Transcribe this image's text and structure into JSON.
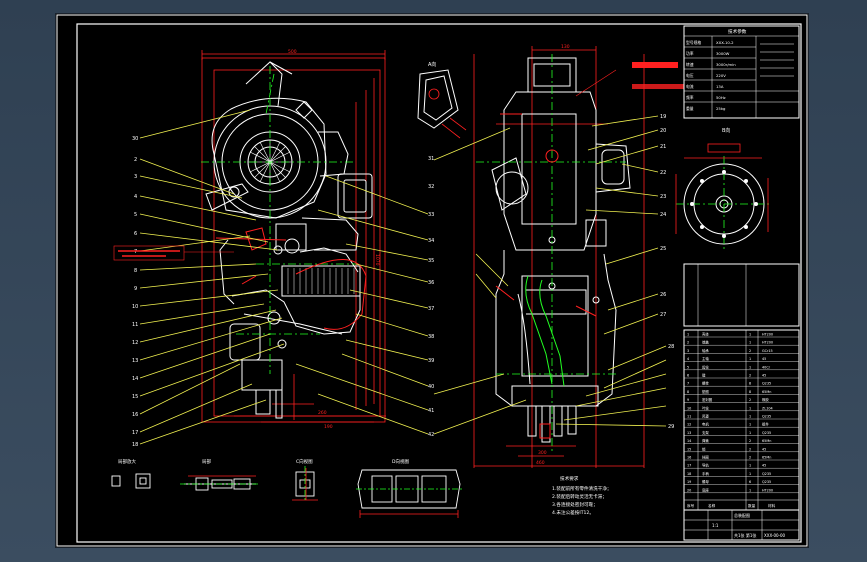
{
  "canvas": {
    "background": "#000000",
    "desktop": "#33465a"
  },
  "colors": {
    "frame": "#ffffff",
    "part": "#ffffff",
    "centerline": "#22ff22",
    "dimension": "#ff2020",
    "leader": "#f0f050",
    "text": "#ffffff",
    "table": "#ffffff"
  },
  "view_labels": {
    "section_a": "A向",
    "section_b": "B向"
  },
  "detail_labels": [
    "局部放大",
    "局部",
    "C向视图",
    "D向视图"
  ],
  "notes": {
    "title": "技术要求",
    "lines": [
      "1.装配前所有零件清洗干净；",
      "2.装配后转动灵活无卡滞；",
      "3.各连接处密封可靠；",
      "4.未注公差按IT12。"
    ]
  },
  "callouts_left": [
    "30",
    "2",
    "3",
    "4",
    "5",
    "6",
    "7",
    "8",
    "9",
    "10",
    "11",
    "12",
    "13",
    "14",
    "15",
    "16",
    "17",
    "18"
  ],
  "callouts_right": [
    "19",
    "20",
    "21",
    "22",
    "23",
    "24",
    "25",
    "26",
    "27",
    "28",
    "29"
  ],
  "param_table": {
    "title": "技术参数",
    "rows": [
      [
        "型号规格",
        "XXX-10-2"
      ],
      [
        "功率",
        "3000W"
      ],
      [
        "转速",
        "3000r/min"
      ],
      [
        "电压",
        "220V"
      ],
      [
        "电流",
        "13A"
      ],
      [
        "频率",
        "50Hz"
      ],
      [
        "重量",
        "25kg"
      ]
    ]
  },
  "bom": {
    "rows": [
      [
        "1",
        "壳体",
        "1",
        "HT200"
      ],
      [
        "2",
        "端盖",
        "1",
        "HT200"
      ],
      [
        "3",
        "轴承",
        "2",
        "GCr15"
      ],
      [
        "4",
        "主轴",
        "1",
        "45"
      ],
      [
        "5",
        "齿轮",
        "1",
        "40Cr"
      ],
      [
        "6",
        "键",
        "2",
        "45"
      ],
      [
        "7",
        "螺栓",
        "8",
        "Q235"
      ],
      [
        "8",
        "垫圈",
        "8",
        "65Mn"
      ],
      [
        "9",
        "密封圈",
        "2",
        "橡胶"
      ],
      [
        "10",
        "叶轮",
        "1",
        "ZL104"
      ],
      [
        "11",
        "风罩",
        "1",
        "Q235"
      ],
      [
        "12",
        "电机",
        "1",
        "组件"
      ],
      [
        "13",
        "支架",
        "1",
        "Q235"
      ],
      [
        "14",
        "弹簧",
        "2",
        "65Mn"
      ],
      [
        "15",
        "销",
        "2",
        "45"
      ],
      [
        "16",
        "挡圈",
        "2",
        "65Mn"
      ],
      [
        "17",
        "导轨",
        "1",
        "45"
      ],
      [
        "18",
        "手柄",
        "1",
        "Q235"
      ],
      [
        "19",
        "螺母",
        "6",
        "Q235"
      ],
      [
        "20",
        "底座",
        "1",
        "HT200"
      ]
    ],
    "header": [
      "序号",
      "名称",
      "数量",
      "材料"
    ]
  },
  "title_block": {
    "name": "总装配图",
    "scale": "1:1",
    "sheet": "共1张 第1张",
    "drawing_no": "XXX-00-00"
  }
}
